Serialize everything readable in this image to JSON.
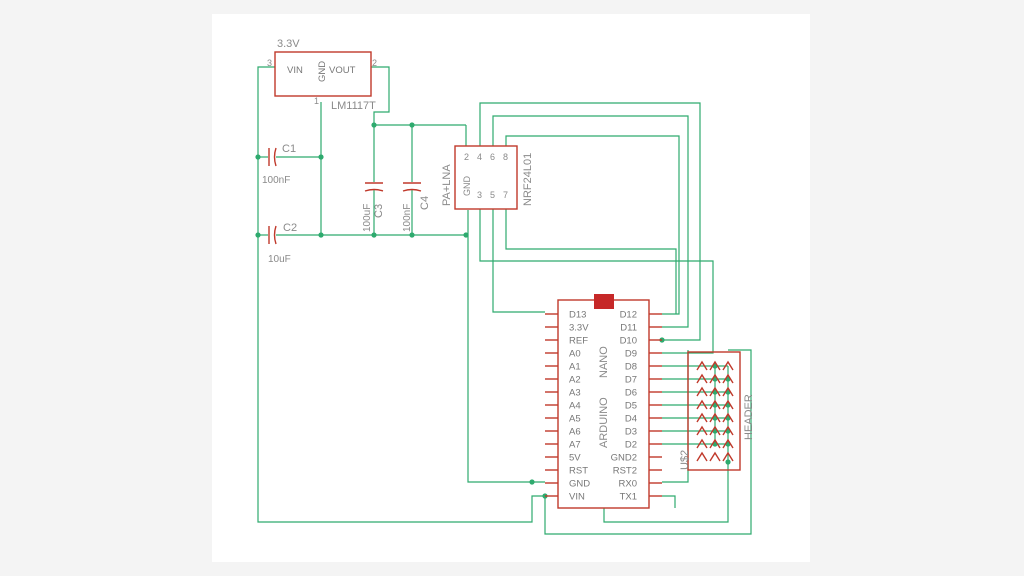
{
  "regulator": {
    "name": "LM1117T",
    "value": "3.3V",
    "vin": "VIN",
    "vout": "VOUT",
    "gnd": "GND",
    "pin_in": "3",
    "pin_out": "2",
    "pin_gnd": "1"
  },
  "capacitors": [
    {
      "name": "C1",
      "value": "100nF"
    },
    {
      "name": "C2",
      "value": "10uF"
    },
    {
      "name": "C3",
      "value": "100uF"
    },
    {
      "name": "C4",
      "value": "100nF"
    }
  ],
  "radio": {
    "name": "NRF24L01",
    "variant": "PA+LNA",
    "gnd": "GND",
    "pins_top": [
      "2",
      "4",
      "6",
      "8"
    ],
    "pins_bottom": [
      "3",
      "5",
      "7"
    ]
  },
  "arduino": {
    "name": "ARDUINO",
    "variant": "NANO",
    "left_pins": [
      "D13",
      "3.3V",
      "REF",
      "A0",
      "A1",
      "A2",
      "A3",
      "A4",
      "A5",
      "A6",
      "A7",
      "5V",
      "RST",
      "GND",
      "VIN"
    ],
    "right_pins": [
      "D12",
      "D11",
      "D10",
      "D9",
      "D8",
      "D7",
      "D6",
      "D5",
      "D4",
      "D3",
      "D2",
      "GND2",
      "RST2",
      "RX0",
      "TX1"
    ]
  },
  "header": {
    "name": "U$2",
    "label": "HEADER"
  },
  "colors": {
    "wire": "#2eaa6e",
    "part": "#c0392b",
    "text": "#8a8a8a"
  }
}
